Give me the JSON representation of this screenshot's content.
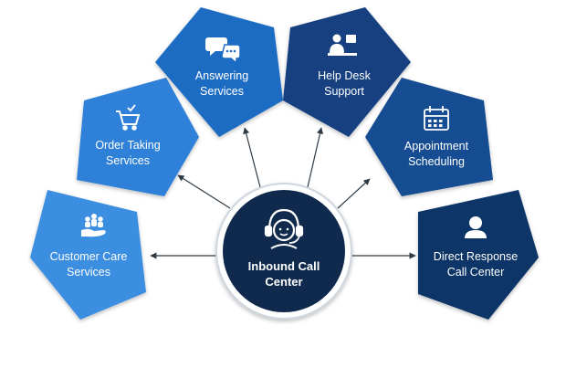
{
  "colors": {
    "connector": "#2f3b45",
    "hub_fill": "#0f2a4d",
    "hub_ring": "#cfd6dd",
    "icon": "#ffffff"
  },
  "hub": {
    "line1": "Inbound Call",
    "line2": "Center",
    "icon": "headset-agent-icon"
  },
  "nodes": [
    {
      "id": "customer-care",
      "line1": "Customer Care",
      "line2": "Services",
      "color": "#3a8ee0",
      "icon": "people-hand-icon"
    },
    {
      "id": "order-taking",
      "line1": "Order Taking",
      "line2": "Services",
      "color": "#2d80d8",
      "icon": "shopping-cart-icon"
    },
    {
      "id": "answering",
      "line1": "Answering",
      "line2": "Services",
      "color": "#1f6cc4",
      "icon": "chat-bubbles-icon"
    },
    {
      "id": "help-desk",
      "line1": "Help Desk",
      "line2": "Support",
      "color": "#123f80",
      "icon": "desk-agent-icon"
    },
    {
      "id": "appointment",
      "line1": "Appointment",
      "line2": "Scheduling",
      "color": "#174d92",
      "icon": "calendar-icon"
    },
    {
      "id": "direct-response",
      "line1": "Direct Response",
      "line2": "Call Center",
      "color": "#0d3468",
      "icon": "person-icon"
    }
  ]
}
